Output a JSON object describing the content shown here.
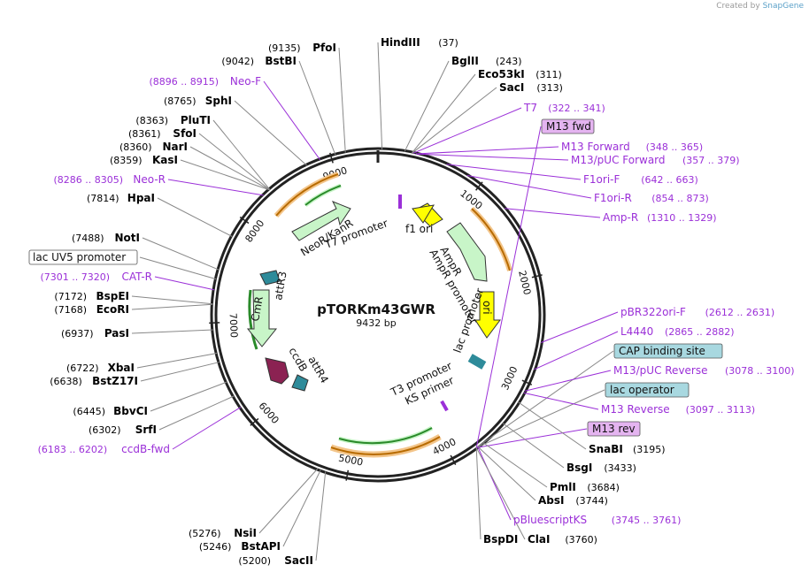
{
  "credit": {
    "prefix": "Created by",
    "brand": "SnapGene"
  },
  "plasmid": {
    "name": "pTORKm43GWR",
    "length": "9432 bp",
    "total_bp": 9432
  },
  "colors": {
    "enzyme": "#000000",
    "primer": "#9b30d8",
    "feature_label_bg": "#a8d8e0",
    "primer_label_bg": "#e4b4f0",
    "arrow_yellow": "#ffff00",
    "arrow_green": "#c8f5c8",
    "ccdb": "#8b2252",
    "att": "#2e8b9a"
  },
  "ticks": [
    {
      "pos": 1000,
      "label": "1000"
    },
    {
      "pos": 2000,
      "label": "2000"
    },
    {
      "pos": 3000,
      "label": "3000"
    },
    {
      "pos": 4000,
      "label": "4000"
    },
    {
      "pos": 5000,
      "label": "5000"
    },
    {
      "pos": 6000,
      "label": "6000"
    },
    {
      "pos": 7000,
      "label": "7000"
    },
    {
      "pos": 8000,
      "label": "8000"
    },
    {
      "pos": 9000,
      "label": "9000"
    }
  ],
  "right_labels": [
    {
      "name": "HindIII",
      "pos": "(37)",
      "type": "enzyme"
    },
    {
      "name": "BglII",
      "pos": "(243)",
      "type": "enzyme"
    },
    {
      "name": "Eco53kI",
      "pos": "(311)",
      "type": "enzyme"
    },
    {
      "name": "SacI",
      "pos": "(313)",
      "type": "enzyme"
    },
    {
      "name": "T7",
      "pos": "(322 .. 341)",
      "type": "primer"
    },
    {
      "name": "M13 fwd",
      "pos": "",
      "type": "primer-box"
    },
    {
      "name": "M13 Forward",
      "pos": "(348 .. 365)",
      "type": "primer"
    },
    {
      "name": "M13/pUC Forward",
      "pos": "(357 .. 379)",
      "type": "primer"
    },
    {
      "name": "F1ori-F",
      "pos": "(642 .. 663)",
      "type": "primer"
    },
    {
      "name": "F1ori-R",
      "pos": "(854 .. 873)",
      "type": "primer"
    },
    {
      "name": "Amp-R",
      "pos": "(1310 .. 1329)",
      "type": "primer"
    },
    {
      "name": "pBR322ori-F",
      "pos": "(2612 .. 2631)",
      "type": "primer"
    },
    {
      "name": "L4440",
      "pos": "(2865 .. 2882)",
      "type": "primer"
    },
    {
      "name": "CAP binding site",
      "pos": "",
      "type": "feature-box"
    },
    {
      "name": "M13/pUC Reverse",
      "pos": "(3078 .. 3100)",
      "type": "primer"
    },
    {
      "name": "lac operator",
      "pos": "",
      "type": "feature-box"
    },
    {
      "name": "M13 Reverse",
      "pos": "(3097 .. 3113)",
      "type": "primer"
    },
    {
      "name": "M13 rev",
      "pos": "",
      "type": "primer-box"
    },
    {
      "name": "SnaBI",
      "pos": "(3195)",
      "type": "enzyme"
    },
    {
      "name": "BsgI",
      "pos": "(3433)",
      "type": "enzyme"
    },
    {
      "name": "PmlI",
      "pos": "(3684)",
      "type": "enzyme"
    },
    {
      "name": "AbsI",
      "pos": "(3744)",
      "type": "enzyme"
    },
    {
      "name": "pBluescriptKS",
      "pos": "(3745 .. 3761)",
      "type": "primer"
    },
    {
      "name": "BspDI",
      "pos": "",
      "type": "enzyme"
    },
    {
      "name": "ClaI",
      "pos": "(3760)",
      "type": "enzyme"
    }
  ],
  "left_labels": [
    {
      "name": "PfoI",
      "pos": "(9135)",
      "type": "enzyme"
    },
    {
      "name": "BstBI",
      "pos": "(9042)",
      "type": "enzyme"
    },
    {
      "name": "Neo-F",
      "pos": "(8896 .. 8915)",
      "type": "primer"
    },
    {
      "name": "SphI",
      "pos": "(8765)",
      "type": "enzyme"
    },
    {
      "name": "PluTI",
      "pos": "(8363)",
      "type": "enzyme"
    },
    {
      "name": "SfoI",
      "pos": "(8361)",
      "type": "enzyme"
    },
    {
      "name": "NarI",
      "pos": "(8360)",
      "type": "enzyme"
    },
    {
      "name": "KasI",
      "pos": "(8359)",
      "type": "enzyme"
    },
    {
      "name": "Neo-R",
      "pos": "(8286 .. 8305)",
      "type": "primer"
    },
    {
      "name": "HpaI",
      "pos": "(7814)",
      "type": "enzyme"
    },
    {
      "name": "NotI",
      "pos": "(7488)",
      "type": "enzyme"
    },
    {
      "name": "lac UV5 promoter",
      "pos": "",
      "type": "feature-box"
    },
    {
      "name": "CAT-R",
      "pos": "(7301 .. 7320)",
      "type": "primer"
    },
    {
      "name": "BspEI",
      "pos": "(7172)",
      "type": "enzyme"
    },
    {
      "name": "EcoRI",
      "pos": "(7168)",
      "type": "enzyme"
    },
    {
      "name": "PasI",
      "pos": "(6937)",
      "type": "enzyme"
    },
    {
      "name": "XbaI",
      "pos": "(6722)",
      "type": "enzyme"
    },
    {
      "name": "BstZ17I",
      "pos": "(6638)",
      "type": "enzyme"
    },
    {
      "name": "BbvCI",
      "pos": "(6445)",
      "type": "enzyme"
    },
    {
      "name": "SrfI",
      "pos": "(6302)",
      "type": "enzyme"
    },
    {
      "name": "ccdB-fwd",
      "pos": "(6183 .. 6202)",
      "type": "primer"
    },
    {
      "name": "NsiI",
      "pos": "(5276)",
      "type": "enzyme"
    },
    {
      "name": "BstAPI",
      "pos": "(5246)",
      "type": "enzyme"
    },
    {
      "name": "SacII",
      "pos": "(5200)",
      "type": "enzyme"
    }
  ],
  "inner_labels": {
    "t7_promoter": "T7 promoter",
    "neor": "NeoR/KanR",
    "f1_ori": "f1 ori",
    "ampr": "AmpR",
    "ampr_promoter": "AmpR promoter",
    "ori": "ori",
    "lac_promoter": "lac promoter",
    "t3_promoter": "T3 promoter",
    "ks_primer": "KS primer",
    "attr3": "attR3",
    "cmr": "CmR",
    "ccdb": "ccdB",
    "attr4": "attR4"
  }
}
